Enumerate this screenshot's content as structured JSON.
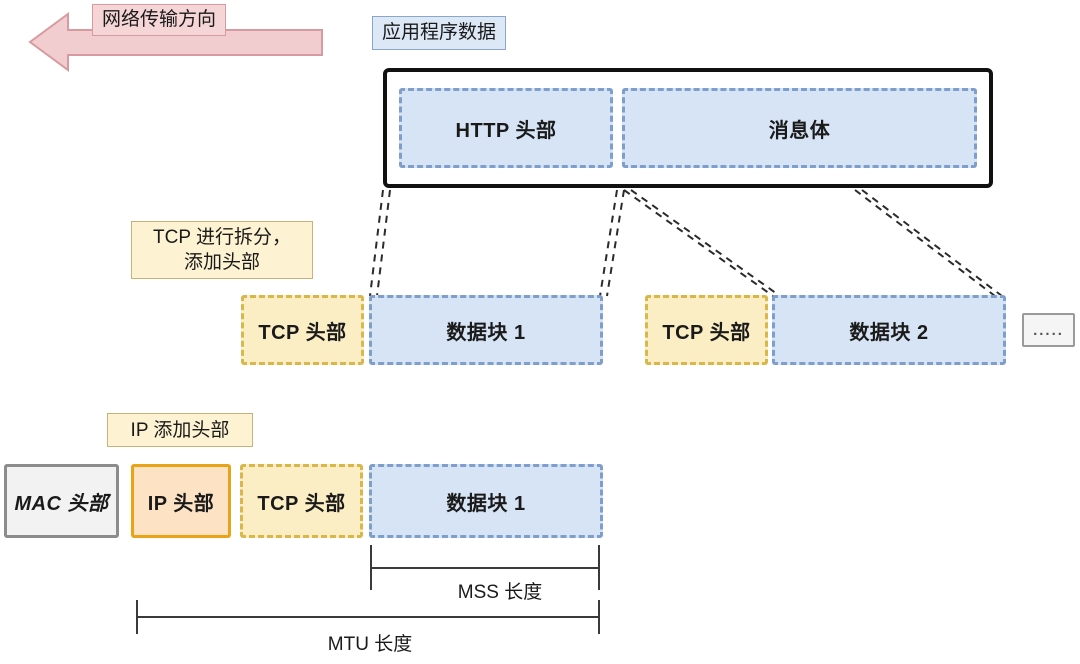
{
  "diagram": {
    "title_note_direction": "网络传输方向",
    "notes": {
      "app_data": "应用程序数据",
      "tcp_split": "TCP 进行拆分，\n添加头部",
      "ip_add": "IP 添加头部"
    },
    "layers": {
      "application": {
        "blocks": [
          {
            "label": "HTTP 头部",
            "style": "blue-dashed"
          },
          {
            "label": "消息体",
            "style": "blue-dashed"
          }
        ]
      },
      "transport": {
        "segments": [
          {
            "header": "TCP 头部",
            "payload": "数据块 1"
          },
          {
            "header": "TCP 头部",
            "payload": "数据块 2"
          }
        ],
        "ellipsis": "....."
      },
      "frame": {
        "blocks": [
          {
            "label": "MAC 头部",
            "style": "grey-solid"
          },
          {
            "label": "IP 头部",
            "style": "orange-solid"
          },
          {
            "label": "TCP 头部",
            "style": "yellow-dashed"
          },
          {
            "label": "数据块 1",
            "style": "blue-dashed"
          }
        ]
      }
    },
    "measures": [
      {
        "name": "mss",
        "label": "MSS 长度"
      },
      {
        "name": "mtu",
        "label": "MTU 长度"
      }
    ],
    "colors": {
      "blue_fill": "#d6e4f5",
      "blue_stroke": "#7e9ecb",
      "yellow_fill": "#fbeec4",
      "yellow_stroke": "#d9b74b",
      "orange_fill": "#fde2c4",
      "orange_stroke": "#e8a317",
      "grey_fill": "#f2f2f2",
      "grey_stroke": "#8c8c8c",
      "pink_fill": "#f6d5d7",
      "pink_stroke": "#d79aa0",
      "note_fill": "#fdf3d3",
      "note_stroke": "#c9b27a",
      "outer_stroke": "#111111"
    }
  }
}
